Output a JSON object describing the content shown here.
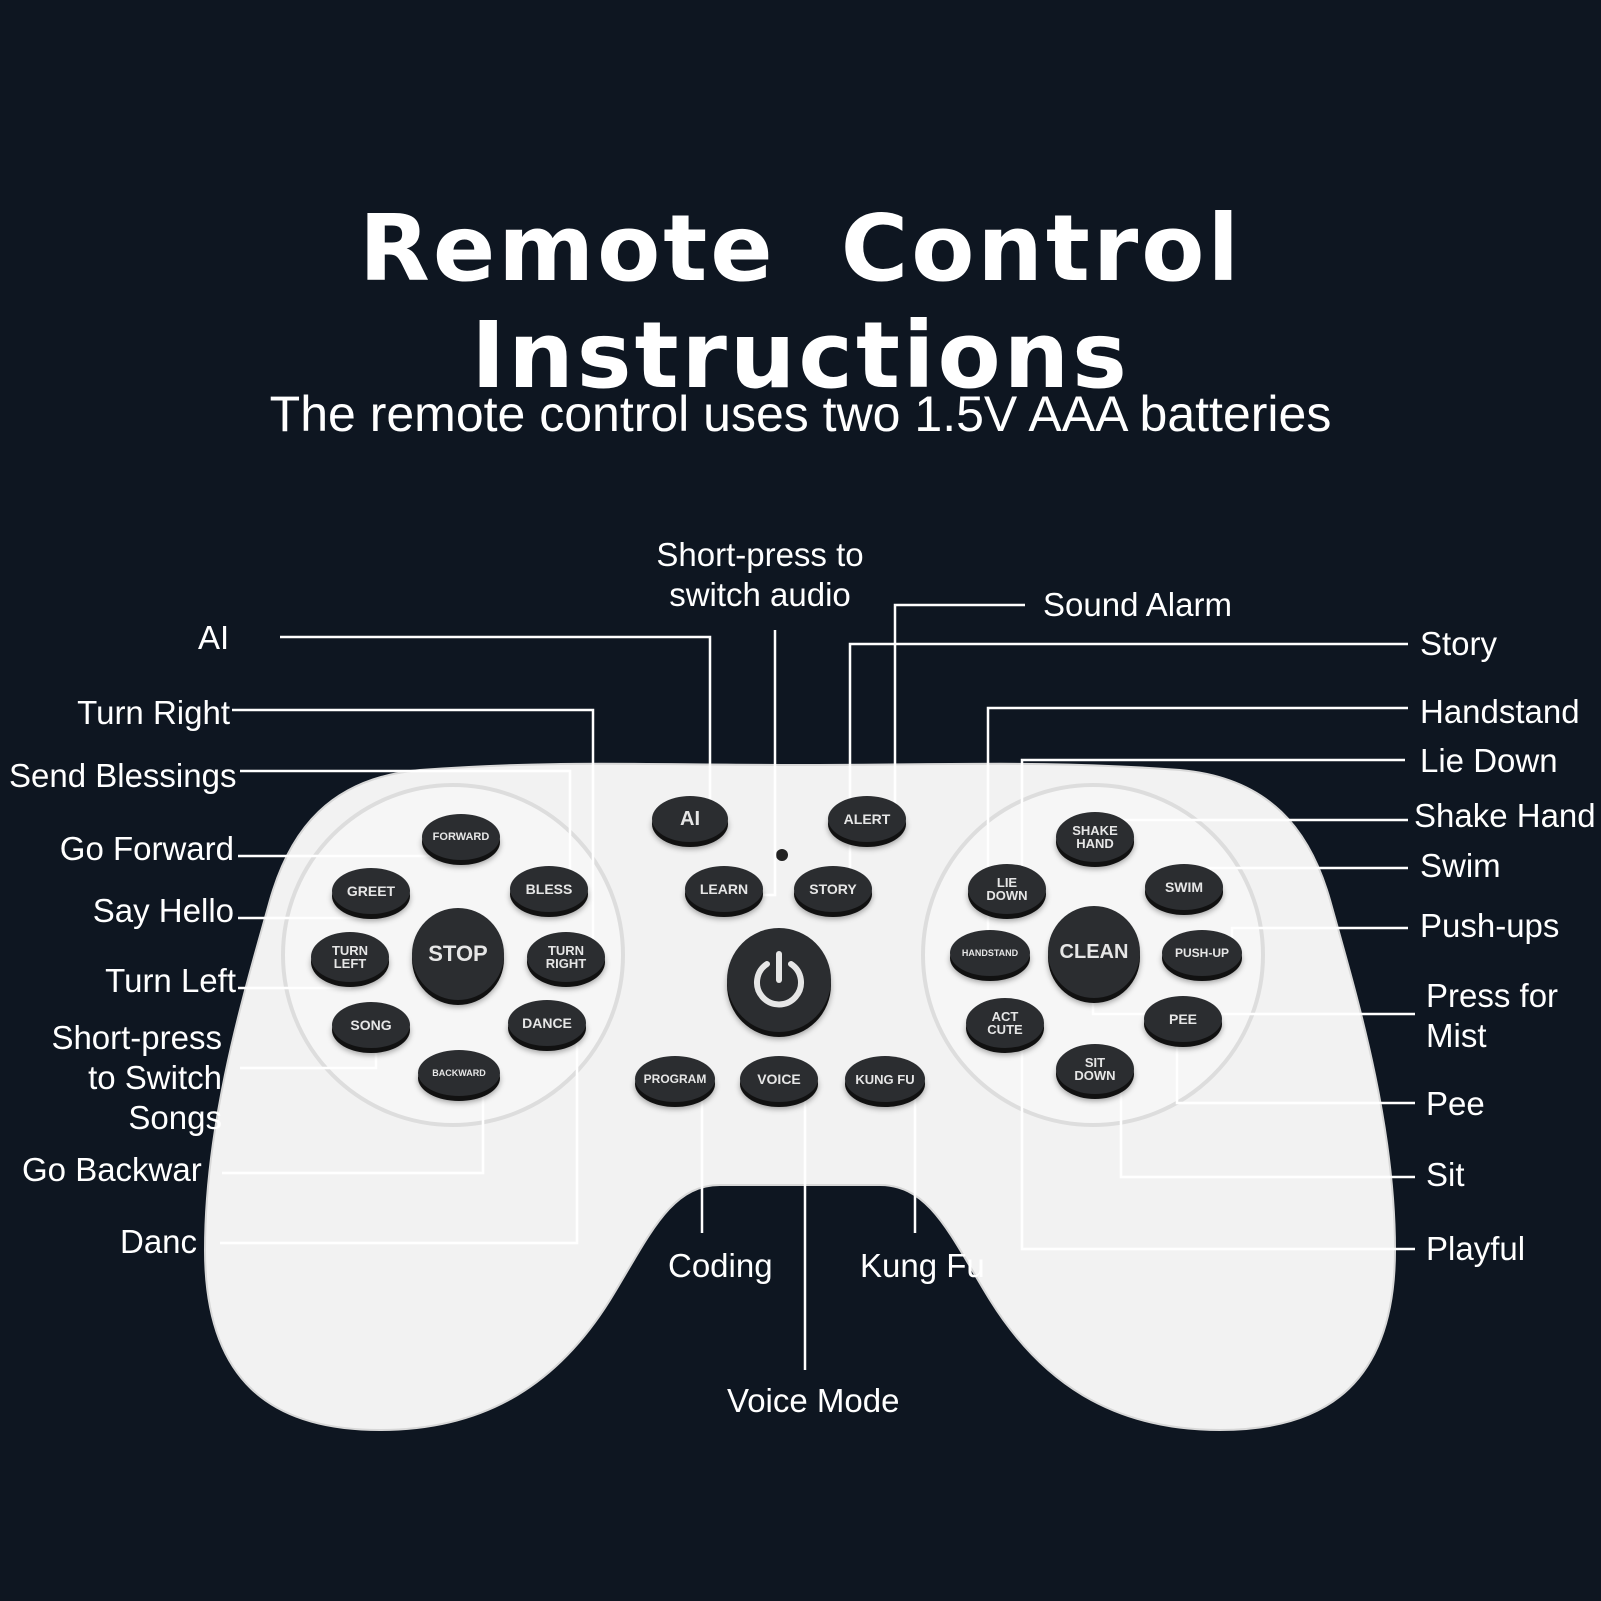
{
  "header": {
    "title": "Remote  Control  Instructions",
    "subtitle": "The remote control uses two 1.5V AAA batteries"
  },
  "colors": {
    "background": "#0e1621",
    "remote_body": "#f2f2f2",
    "button": "#2b2d30",
    "text": "#ffffff",
    "line": "#ffffff"
  },
  "labels": {
    "ai": "AI",
    "audio_line1": "Short-press to",
    "audio_line2": "switch audio",
    "sound_alarm": "Sound Alarm",
    "story": "Story",
    "turn_right": "Turn Right",
    "send_blessings": "Send Blessings",
    "go_forward": "Go Forward",
    "say_hello": "Say Hello",
    "turn_left": "Turn Left",
    "songs_line1": "Short-press",
    "songs_line2": "to Switch",
    "songs_line3": "Songs",
    "go_backward": "Go Backwar",
    "dance": "Danc",
    "coding": "Coding",
    "kung_fu": "Kung Fu",
    "voice_mode": "Voice Mode",
    "handstand": "Handstand",
    "lie_down": "Lie Down",
    "shake_hand": "Shake Hand",
    "swim": "Swim",
    "push_ups": "Push-ups",
    "mist_line1": "Press for",
    "mist_line2": "Mist",
    "pee": "Pee",
    "sit": "Sit",
    "playful": "Playful"
  },
  "buttons": {
    "forward": "FORWARD",
    "greet": "GREET",
    "bless": "BLESS",
    "turn_left": "TURN\nLEFT",
    "stop": "STOP",
    "turn_right": "TURN\nRIGHT",
    "song": "SONG",
    "dance": "DANCE",
    "backward": "BACKWARD",
    "ai": "AI",
    "alert": "ALERT",
    "learn": "LEARN",
    "story": "STORY",
    "program": "PROGRAM",
    "voice": "VOICE",
    "kung_fu": "KUNG FU",
    "shake_hand": "SHAKE\nHAND",
    "lie_down": "LIE\nDOWN",
    "swim": "SWIM",
    "handstand": "HANDSTAND",
    "clean": "CLEAN",
    "push_up": "PUSH-UP",
    "act_cute": "ACT\nCUTE",
    "pee": "PEE",
    "sit_down": "SIT\nDOWN",
    "power_icon": "power-icon"
  }
}
